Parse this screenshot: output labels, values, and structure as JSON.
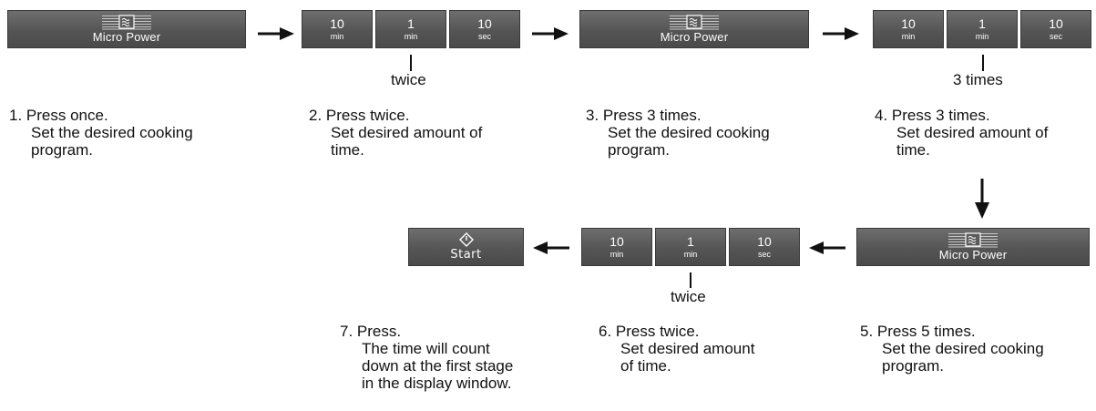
{
  "buttons": {
    "micro_power_label": "Micro Power",
    "start_label": "Start",
    "time_keys": [
      {
        "value": "10",
        "unit": "min"
      },
      {
        "value": "1",
        "unit": "min"
      },
      {
        "value": "10",
        "unit": "sec"
      }
    ]
  },
  "icons": {
    "microwave": "microwave-waves-icon",
    "start": "start-diamond-icon",
    "arrow": "arrow-icon"
  },
  "press_notes": {
    "step2": "twice",
    "step4": "3 times",
    "step6": "twice"
  },
  "steps": [
    {
      "lines": [
        "1. Press once.",
        "Set the desired cooking",
        "program."
      ]
    },
    {
      "lines": [
        "2. Press twice.",
        "Set desired amount of",
        "time."
      ]
    },
    {
      "lines": [
        "3. Press 3 times.",
        "Set the desired cooking",
        "program."
      ]
    },
    {
      "lines": [
        "4. Press 3 times.",
        "Set desired amount of",
        "time."
      ]
    },
    {
      "lines": [
        "5. Press 5 times.",
        "Set the desired cooking",
        "program."
      ]
    },
    {
      "lines": [
        "6. Press twice.",
        "Set desired amount",
        "of time."
      ]
    },
    {
      "lines": [
        "7. Press.",
        "The time will count",
        "down at the first stage",
        "in the display window."
      ]
    }
  ],
  "colors": {
    "button_face": "#555555",
    "button_text": "#ffffff",
    "arrow": "#111111"
  }
}
